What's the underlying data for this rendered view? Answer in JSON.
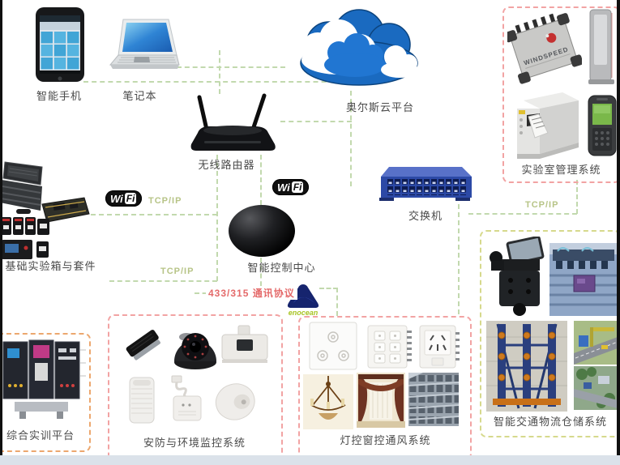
{
  "nodes": {
    "smartphone": {
      "label": "智能手机"
    },
    "laptop": {
      "label": "笔记本"
    },
    "cloud": {
      "label": "奥尔斯云平台"
    },
    "router": {
      "label": "无线路由器"
    },
    "control_center": {
      "label": "智能控制中心"
    },
    "switch": {
      "label": "交换机"
    },
    "basic_kit": {
      "label": "基础实验箱与套件"
    },
    "training_platform": {
      "label": "综合实训平台"
    },
    "security_system": {
      "label": "安防与环境监控系统"
    },
    "lighting_system": {
      "label": "灯控窗控通风系统"
    },
    "logistics_system": {
      "label": "智能交通物流仓储系统"
    },
    "lab_system": {
      "label": "实验室管理系统"
    }
  },
  "links": {
    "tcpip": "TCP/IP",
    "protocol_433": "433/315 通讯协议"
  },
  "logos": {
    "wifi_wi": "Wi",
    "wifi_fi": "Fi",
    "enocean": "enocean",
    "windspeed": "WINDSPEED"
  },
  "colors": {
    "connector_green": "#c2d9ae",
    "box_red": "#f2a3a3",
    "box_yellow_green": "#d6d98c",
    "box_orange": "#eca76e",
    "tcpip_text": "#b7c487",
    "protocol_text": "#e46a6a",
    "wifi_badge_bg": "#101010",
    "enocean_navy": "#16246e",
    "enocean_text": "#a8c424",
    "cloud_blue": "#1a6ac0",
    "switch_blue": "#2c49a6"
  }
}
